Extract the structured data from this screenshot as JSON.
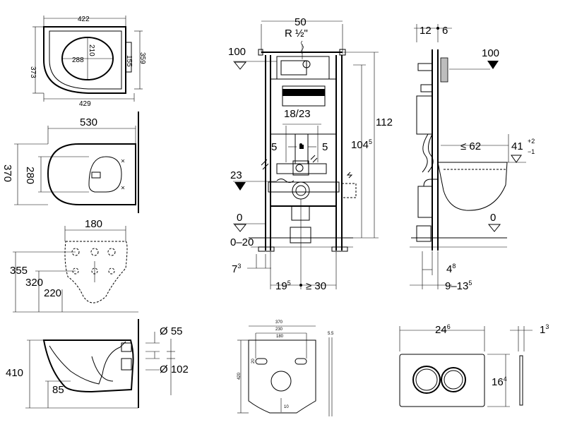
{
  "seat_top": {
    "width": "422",
    "depth": "373",
    "depth_inner": "359",
    "inner_width": "288",
    "inner_depth": "210",
    "offset": "155",
    "bottom_width": "429"
  },
  "bowl_top": {
    "length": "530",
    "width": "370",
    "inner": "280"
  },
  "hole_pattern": {
    "spacing": "180",
    "h1": "355",
    "h2": "320",
    "h3": "220"
  },
  "bowl_side": {
    "height": "410",
    "h_outlet": "85",
    "d_inlet": "Ø 55",
    "d_outlet": "Ø 102"
  },
  "frame_front": {
    "width": "50",
    "water_supply": "R ½\"",
    "top_level": "100",
    "level_23": "23",
    "level_0": "0",
    "level_range": "0–20",
    "center_spacing": "18/23",
    "offset_left": "5",
    "offset_right": "5",
    "total_height": "112",
    "height_1045": "104",
    "height_1045_sup": "5",
    "bottom_73": "7",
    "bottom_73_sup": "3",
    "bottom_195": "19",
    "bottom_195_sup": "5",
    "bottom_min": "≥ 30"
  },
  "frame_side": {
    "top_left": "12",
    "top_right": "6",
    "top_level": "100",
    "projection": "≤ 62",
    "seat_height": "41",
    "seat_tol_plus": "+2",
    "seat_tol_minus": "−1",
    "level_0": "0",
    "bottom_48": "4",
    "bottom_48_sup": "8",
    "bottom_range": "9–13",
    "bottom_range_sup": "5"
  },
  "sound_mat": {
    "w_outer": "370",
    "w_mid": "230",
    "w_inner": "180",
    "height": "420",
    "offset": "20",
    "lower": "10",
    "thickness": "5.5"
  },
  "flush_plate": {
    "width": "24",
    "width_sup": "6",
    "height": "16",
    "height_sup": "4",
    "depth": "1",
    "depth_sup": "3"
  }
}
